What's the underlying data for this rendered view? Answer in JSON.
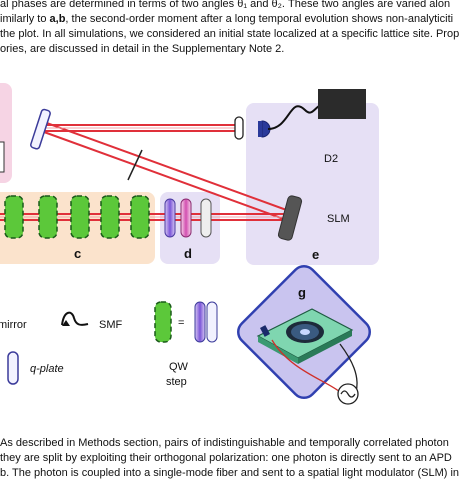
{
  "caption_top": {
    "line1": "al phases are determined in terms of two angles θ₁ and θ₂. These two angles are varied alon",
    "line2_pre": "imilarly to ",
    "line2_bold": "a,b",
    "line2_post": ", the second-order moment after a long temporal evolution shows non-analyticiti",
    "line3": "the plot. In all simulations, we considered an initial state localized at a specific lattice site. Prop",
    "line4": "ories, are discussed in detail in the Supplementary Note 2."
  },
  "figure": {
    "labels": {
      "d2": "D2",
      "slm": "SLM",
      "c": "c",
      "d": "d",
      "e": "e",
      "g": "g"
    },
    "legend": {
      "mirror": "mirror",
      "smf": "SMF",
      "equals": "=",
      "qplate": "q-plate",
      "qw_step_line1": "QW",
      "qw_step_line2": "step"
    }
  },
  "caption_bottom": {
    "line1": "As described in Methods section, pairs of indistinguishable and temporally correlated photon",
    "line2": "they are split by exploiting their orthogonal polarization: one photon is directly sent to an APD",
    "line3": "b. The photon is coupled into a single-mode fiber and sent to a spatial light modulator (SLM) in"
  },
  "colors": {
    "beam": "#e0303a",
    "green_plate": "#5cc83a",
    "panel_c": "#fbe3cc",
    "panel_e": "#e6e0f5",
    "panel_pink": "#f6d4e4",
    "panel_g": "#c9c4ef"
  }
}
